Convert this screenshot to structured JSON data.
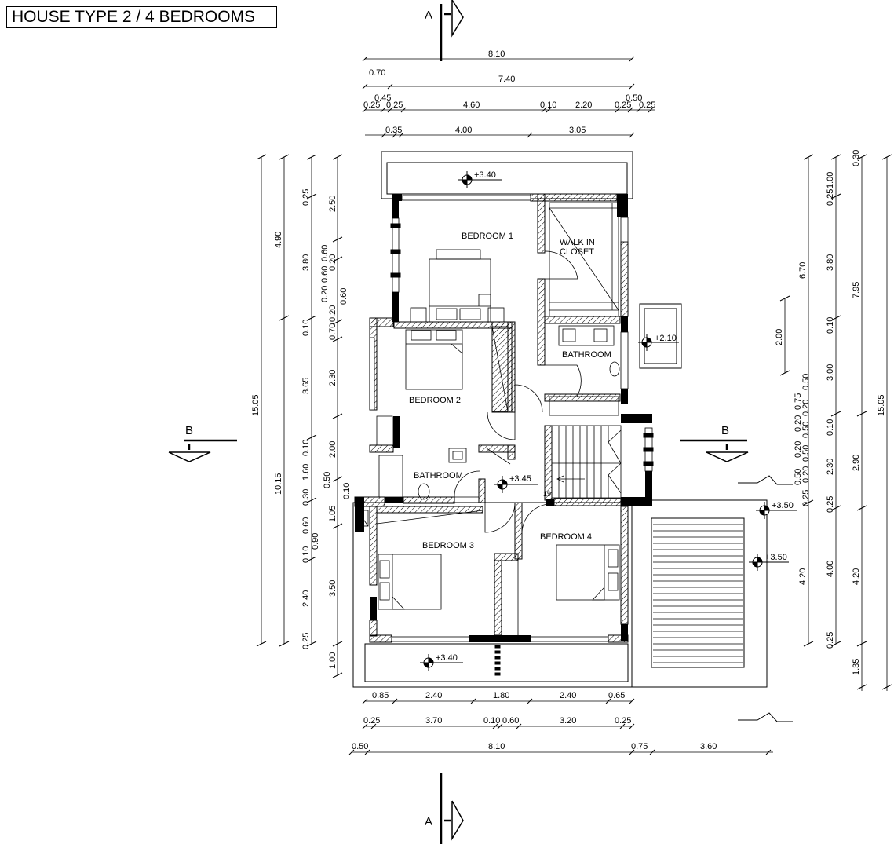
{
  "title": "HOUSE TYPE 2 / 4 BEDROOMS",
  "rooms": {
    "bedroom1": "BEDROOM 1",
    "walkin_line1": "WALK IN",
    "walkin_line2": "CLOSET",
    "bathroom_upper": "BATHROOM",
    "bedroom2": "BEDROOM 2",
    "bathroom_lower": "BATHROOM",
    "bedroom3": "BEDROOM 3",
    "bedroom4": "BEDROOM 4"
  },
  "levels": {
    "top_balcony": "+3.40",
    "hall": "+3.45",
    "side_balcony": "+2.10",
    "terrace_top": "+3.50",
    "terrace_mid": "+3.50",
    "bottom_balcony": "+3.40"
  },
  "stair_steps": "19",
  "section_marks": {
    "a_top": "A",
    "a_bottom": "A",
    "b_left": "B",
    "b_right": "B"
  },
  "dims_top": {
    "row1": [
      "8.10"
    ],
    "row2": [
      "0.70",
      "7.40"
    ],
    "row3": [
      "0.45",
      "0.50"
    ],
    "row4": [
      "0.25",
      "0.25",
      "4.60",
      "0.10",
      "2.20",
      "0.25",
      "0.25"
    ],
    "row5": [
      "0.35",
      "4.00",
      "3.05"
    ]
  },
  "dims_bottom": {
    "row1": [
      "0.85",
      "2.40",
      "1.80",
      "2.40",
      "0.65"
    ],
    "row2": [
      "0.25",
      "3.70",
      "0.10",
      "0.60",
      "3.20",
      "0.25"
    ],
    "row3": [
      "0.50",
      "8.10",
      "0.75",
      "3.60"
    ]
  },
  "dims_left": {
    "outer": [
      "15.05"
    ],
    "second": [
      "4.90",
      "10.15"
    ],
    "third": [
      "0.25",
      "3.80",
      "0.10",
      "3.65",
      "0.10",
      "1.60",
      "0.30",
      "0.60",
      "0.10",
      "2.40",
      "0.25"
    ],
    "third_small": [
      "0.60",
      "0.20",
      "0.90",
      "0.10"
    ],
    "fourth": [
      "2.50",
      "0.60",
      "0.20",
      "0.60",
      "0.20",
      "0.70",
      "2.30",
      "2.00",
      "0.50",
      "1.05",
      "3.50",
      "1.00"
    ]
  },
  "dims_right": {
    "inner": [
      "2.00"
    ],
    "first": [
      "6.70",
      "4.20"
    ],
    "first_small": [
      "0.50",
      "0.20",
      "0.75",
      "0.20",
      "0.50",
      "0.20",
      "0.50",
      "0.50",
      "0.20",
      "0.25"
    ],
    "second": [
      "0.25",
      "1.00",
      "3.80",
      "0.10",
      "3.00",
      "0.10",
      "2.30",
      "0.25",
      "4.00",
      "0.25",
      "1.35"
    ],
    "third": [
      "0.30",
      "7.95",
      "2.90",
      "4.20"
    ],
    "outer": [
      "15.05"
    ]
  }
}
